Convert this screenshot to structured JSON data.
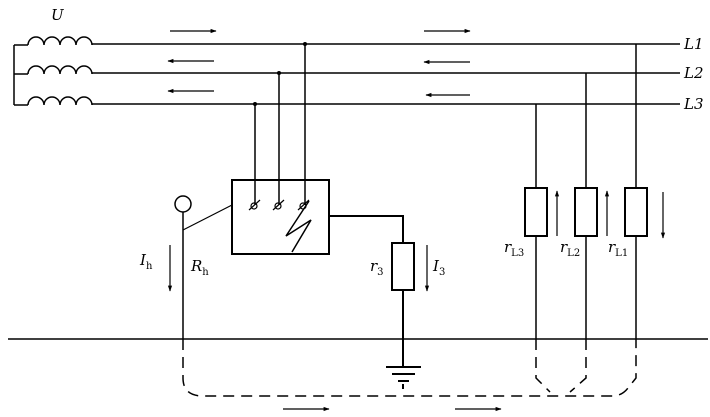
{
  "source_label": "U",
  "lines": [
    {
      "label": "L1"
    },
    {
      "label": "L2"
    },
    {
      "label": "L3"
    }
  ],
  "labels": {
    "r3": {
      "main": "r",
      "sub": "3"
    },
    "i3": {
      "main": "I",
      "sub": "3"
    },
    "ih": {
      "main": "I",
      "sub": "h"
    },
    "rh": {
      "main": "R",
      "sub": "h"
    },
    "rl3": {
      "main": "r",
      "sub": "L3"
    },
    "rl2": {
      "main": "r",
      "sub": "L2"
    },
    "rl1": {
      "main": "r",
      "sub": "L1"
    }
  }
}
